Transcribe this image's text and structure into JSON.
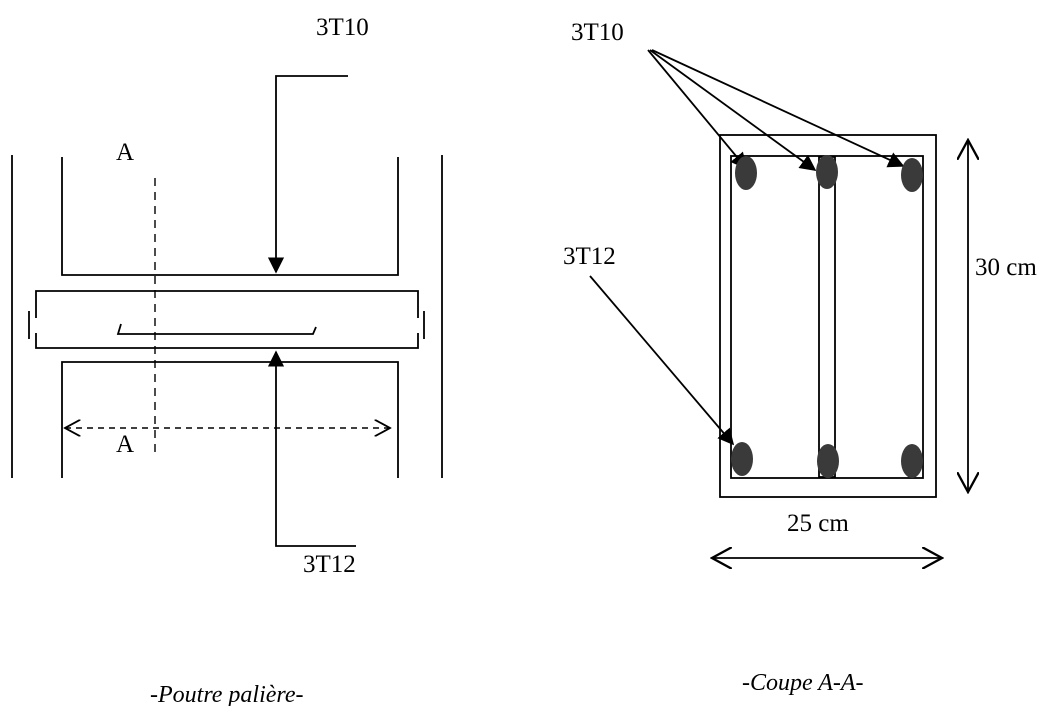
{
  "left_view": {
    "top_label": "3T10",
    "bottom_label": "3T12",
    "section_mark_top": "A",
    "section_mark_bottom": "A",
    "caption": "-Poutre palière-"
  },
  "section_view": {
    "top_bars_label": "3T10",
    "bottom_bars_label": "3T12",
    "height_label": "30 cm",
    "width_label": "25 cm",
    "caption": "-Coupe A-A-",
    "rebar_color": "#3a3a3a"
  }
}
